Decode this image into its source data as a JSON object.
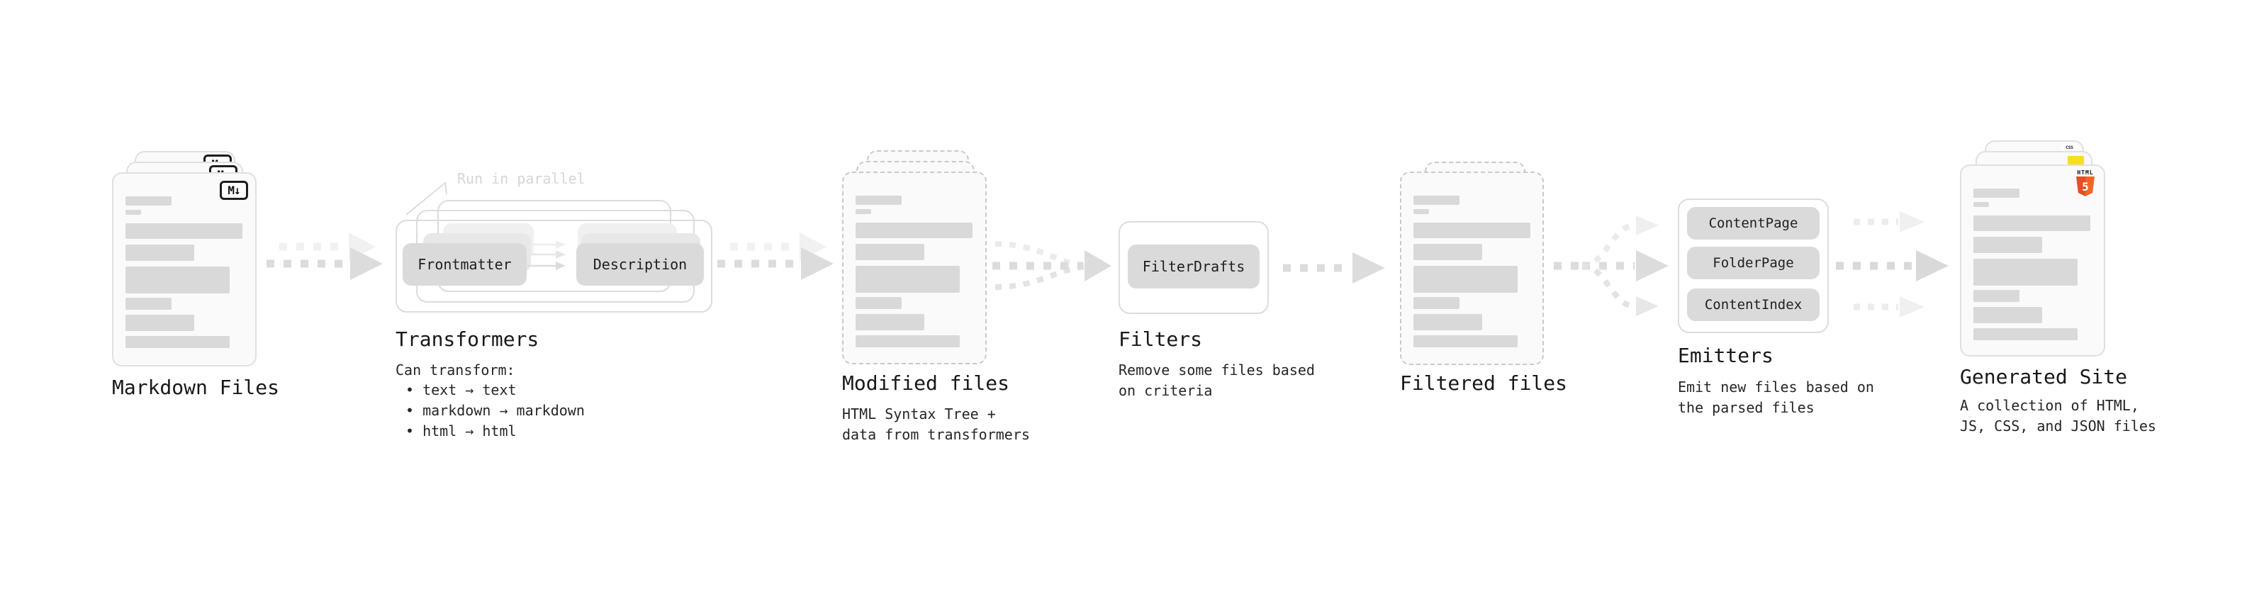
{
  "nodes": {
    "markdown_files": {
      "title": "Markdown Files",
      "icon_label": "M↓"
    },
    "transformers": {
      "title": "Transformers",
      "annotation": "Run in parallel",
      "pill_left": "Frontmatter",
      "pill_right": "Description",
      "desc_heading": "Can transform:",
      "bullets": [
        "• text → text",
        "• markdown → markdown",
        "• html → html"
      ]
    },
    "modified_files": {
      "title": "Modified files",
      "subtitle": "HTML Syntax Tree +\ndata from transformers"
    },
    "filters": {
      "title": "Filters",
      "pill": "FilterDrafts",
      "subtitle": "Remove some files based\non criteria"
    },
    "filtered_files": {
      "title": "Filtered files"
    },
    "emitters": {
      "title": "Emitters",
      "pills": [
        "ContentPage",
        "FolderPage",
        "ContentIndex"
      ],
      "subtitle": "Emit new files based on\nthe parsed files"
    },
    "generated_site": {
      "title": "Generated Site",
      "subtitle": "A collection of HTML,\nJS, CSS, and JSON files",
      "badges": {
        "html_label": "HTML",
        "html_number": "5",
        "css_label": "CSS"
      }
    }
  },
  "colors": {
    "bar": "#d9d9d9",
    "card_bg": "#fafafa",
    "card_border": "#e0e0e0",
    "dashed_border": "#c9c9c9",
    "pill_bg": "#dadada",
    "arrow": "#dcdcdc",
    "arrow_faint": "#ececec",
    "text": "#1c1c1c",
    "annotation": "#d6d6d6",
    "html5_orange": "#e44d26",
    "js_yellow": "#f7df1e",
    "css_blue": "#2760e6"
  }
}
